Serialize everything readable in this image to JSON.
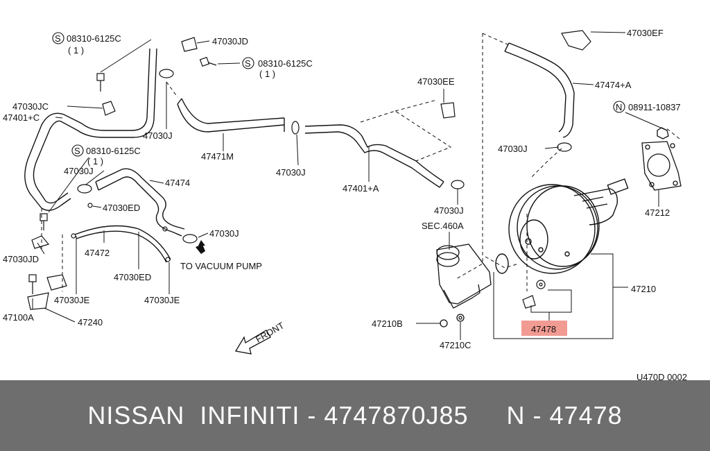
{
  "labels": {
    "s1": "08310-6125C",
    "s1q": "( 1 )",
    "jd": "47030JD",
    "s2": "08310-6125C",
    "s2q": "( 1 )",
    "jc": "47030JC",
    "c401": "47401+C",
    "j1": "47030J",
    "m471": "47471M",
    "s3": "08310-6125C",
    "s3q": "( 1 )",
    "j2": "47030J",
    "p474": "47474",
    "ed1": "47030ED",
    "j3": "47030J",
    "p472": "47472",
    "ed2": "47030ED",
    "vac": "TO VACUUM PUMP",
    "jd2": "47030JD",
    "je1": "47030JE",
    "je2": "47030JE",
    "a100": "47100A",
    "p240": "47240",
    "ee": "47030EE",
    "j4": "47030J",
    "a401": "47401+A",
    "j5": "47030J",
    "sec": "SEC.460A",
    "ef": "47030EF",
    "a474": "47474+A",
    "n1": "08911-10837",
    "j6": "47030J",
    "p212": "47212",
    "p210": "47210",
    "p478": "47478",
    "b210": "47210B",
    "c210": "47210C",
    "front": "FRONT",
    "code": "U470D 0002",
    "sym_s": "S",
    "sym_n": "N"
  },
  "highlight_color": "#f08a80",
  "footer_color": "#6e6e6e",
  "footer": {
    "text": "NISSAN  INFINITI - 4747870J85     N - 47478"
  }
}
